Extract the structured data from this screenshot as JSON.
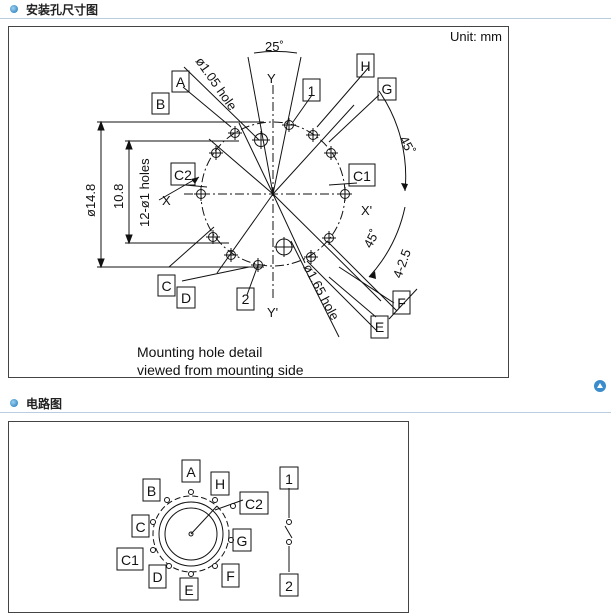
{
  "section1": {
    "title": "安装孔尺寸图"
  },
  "section2": {
    "title": "电路图"
  },
  "mounting": {
    "unit": "Unit: mm",
    "caption_line1": "Mounting hole detail",
    "caption_line2": "viewed from mounting side",
    "dims": {
      "angle25": "25˚",
      "angle45a": "45˚",
      "angle45b": "45˚",
      "big_hole": "ø1.65 hole",
      "small_hole": "ø1.05 hole",
      "dia": "ø14.8",
      "height": "10.8",
      "holes": "12-ø1 holes",
      "pitch": "4-2.5"
    },
    "axes": {
      "y": "Y",
      "y_prime": "Y'",
      "x": "X",
      "x_prime": "X'"
    },
    "terminals": {
      "a": "A",
      "b": "B",
      "h": "H",
      "g": "G",
      "one": "1",
      "c1": "C1",
      "c2": "C2",
      "c": "C",
      "d": "D",
      "two": "2",
      "e": "E",
      "f": "F"
    }
  },
  "circuit": {
    "terminals": {
      "a": "A",
      "b": "B",
      "h": "H",
      "c2": "C2",
      "c": "C",
      "g": "G",
      "c1": "C1",
      "d": "D",
      "e": "E",
      "f": "F",
      "one": "1",
      "two": "2"
    }
  }
}
